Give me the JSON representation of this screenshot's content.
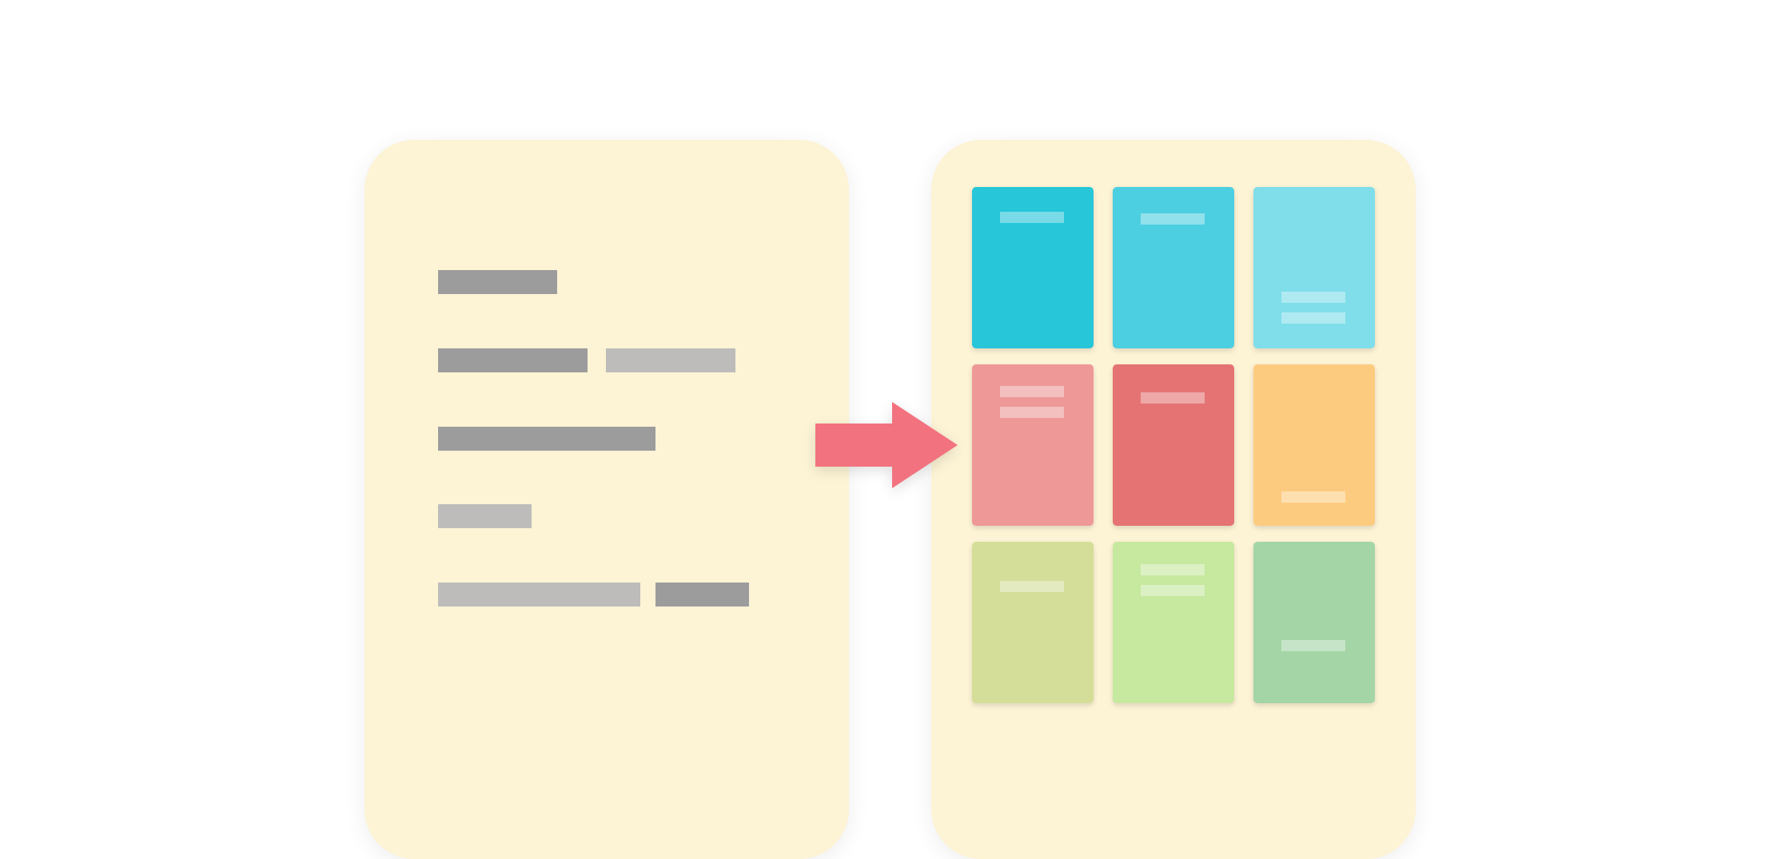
{
  "colors": {
    "background": "#ffffff",
    "panel": "#fdf3d5",
    "bar_dark": "#9c9c9c",
    "bar_light": "#bdbcbb",
    "arrow": "#f2737f"
  },
  "left_panel": {
    "icon": "document-list",
    "rows": [
      {
        "bars": [
          "dark"
        ]
      },
      {
        "bars": [
          "dark",
          "light"
        ]
      },
      {
        "bars": [
          "dark"
        ]
      },
      {
        "bars": [
          "light"
        ]
      },
      {
        "bars": [
          "light",
          "dark"
        ]
      }
    ]
  },
  "arrow": {
    "icon": "arrow-right-icon"
  },
  "right_panel": {
    "icon": "card-grid",
    "cards": [
      {
        "color": "#27c6d9",
        "lines": 1,
        "line_position": "top"
      },
      {
        "color": "#4ccfe1",
        "lines": 1,
        "line_position": "top"
      },
      {
        "color": "#7fdeea",
        "lines": 2,
        "line_position": "bottom"
      },
      {
        "color": "#ee9898",
        "lines": 2,
        "line_position": "top"
      },
      {
        "color": "#e57373",
        "lines": 1,
        "line_position": "top"
      },
      {
        "color": "#fdcb80",
        "lines": 1,
        "line_position": "bottom"
      },
      {
        "color": "#d4de98",
        "lines": 1,
        "line_position": "top"
      },
      {
        "color": "#c6e89f",
        "lines": 2,
        "line_position": "top"
      },
      {
        "color": "#a4d5a6",
        "lines": 1,
        "line_position": "bottom"
      }
    ]
  }
}
